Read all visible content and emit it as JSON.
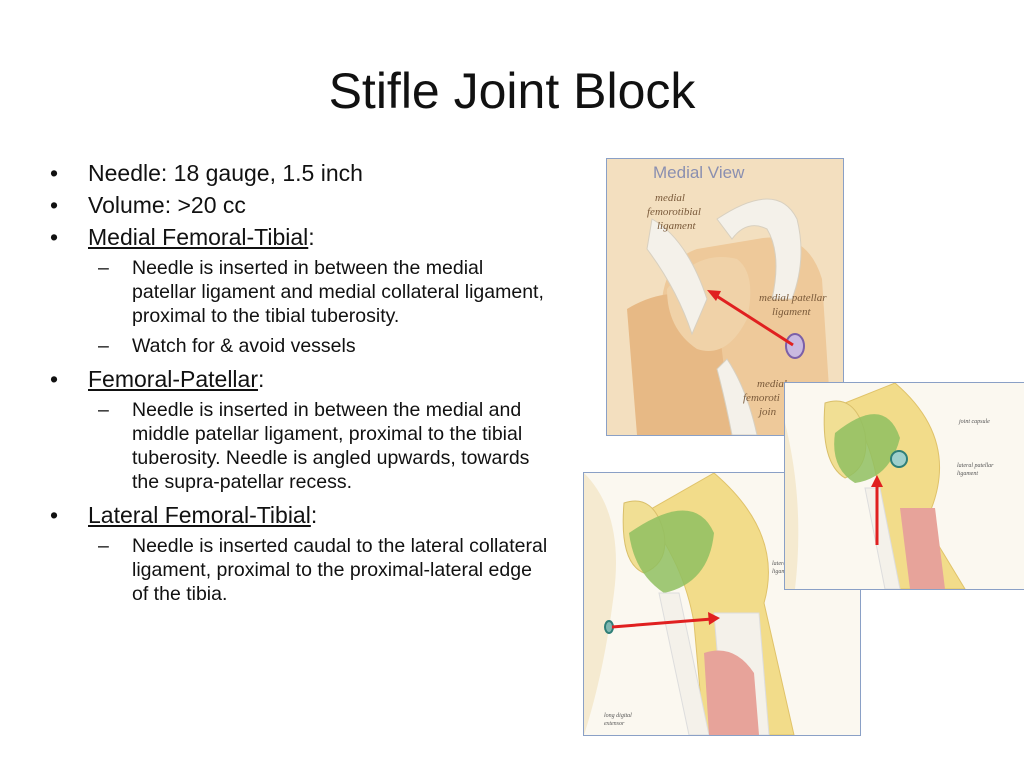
{
  "slide": {
    "title": "Stifle Joint Block",
    "bullets": {
      "needle": "Needle: 18 gauge, 1.5 inch",
      "volume": "Volume:  >20 cc",
      "medial_ft": {
        "heading": "Medial Femoral-Tibial",
        "colon": ":",
        "sub": [
          "Needle is inserted in between the medial patellar ligament and medial collateral ligament, proximal to the tibial tuberosity.",
          "Watch for & avoid vessels"
        ]
      },
      "femoral_patellar": {
        "heading": "Femoral-Patellar",
        "colon": ":",
        "sub": [
          "Needle is inserted in between the medial and middle patellar ligament, proximal to the tibial tuberosity. Needle is angled upwards, towards the supra-patellar recess."
        ]
      },
      "lateral_ft": {
        "heading": "Lateral Femoral-Tibial",
        "colon": ":",
        "sub": [
          "Needle is inserted caudal to the lateral collateral ligament, proximal to the proximal-lateral edge of the tibia."
        ]
      }
    }
  },
  "images": {
    "medial": {
      "heading": "Medial View",
      "label_1": [
        "medial",
        "femorotibial",
        "ligament"
      ],
      "label_2": [
        "medial patellar",
        "ligament"
      ],
      "label_3": [
        "medial",
        "femoroti",
        "join"
      ]
    },
    "caudolateral": {
      "label_1": "joint capsule",
      "label_2": [
        "lateral patellar",
        "ligament"
      ]
    },
    "lateral": {
      "label_1": [
        "lateral",
        "ligam"
      ],
      "label_2": [
        "long digital",
        "extensor"
      ]
    }
  },
  "colors": {
    "arrow": "#e02020",
    "bone": "#f2dc8a",
    "ligament": "#f4f1ea",
    "green": "#8fbf60",
    "muscle": "#e7a39a"
  }
}
